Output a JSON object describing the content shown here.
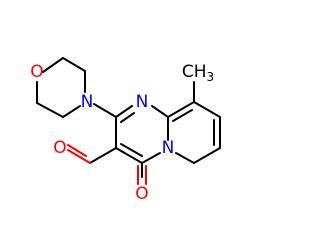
{
  "molecule": {
    "atoms": {
      "morpholine_o": {
        "symbol": "O",
        "color": "#ff0000"
      },
      "morpholine_n": {
        "symbol": "N",
        "color": "#0000ff"
      },
      "ring_n1": {
        "symbol": "N",
        "color": "#0000ff"
      },
      "ring_n_bridge": {
        "symbol": "N",
        "color": "#0000ff"
      },
      "aldehyde_o": {
        "symbol": "O",
        "color": "#ff0000"
      },
      "keto_o": {
        "symbol": "O",
        "color": "#ff0000"
      },
      "methyl": {
        "symbol": "CH",
        "subscript": "3",
        "color": "#000000"
      }
    },
    "colors": {
      "bond": "#000000",
      "oxygen": "#ff0000",
      "nitrogen": "#0000ff"
    }
  }
}
